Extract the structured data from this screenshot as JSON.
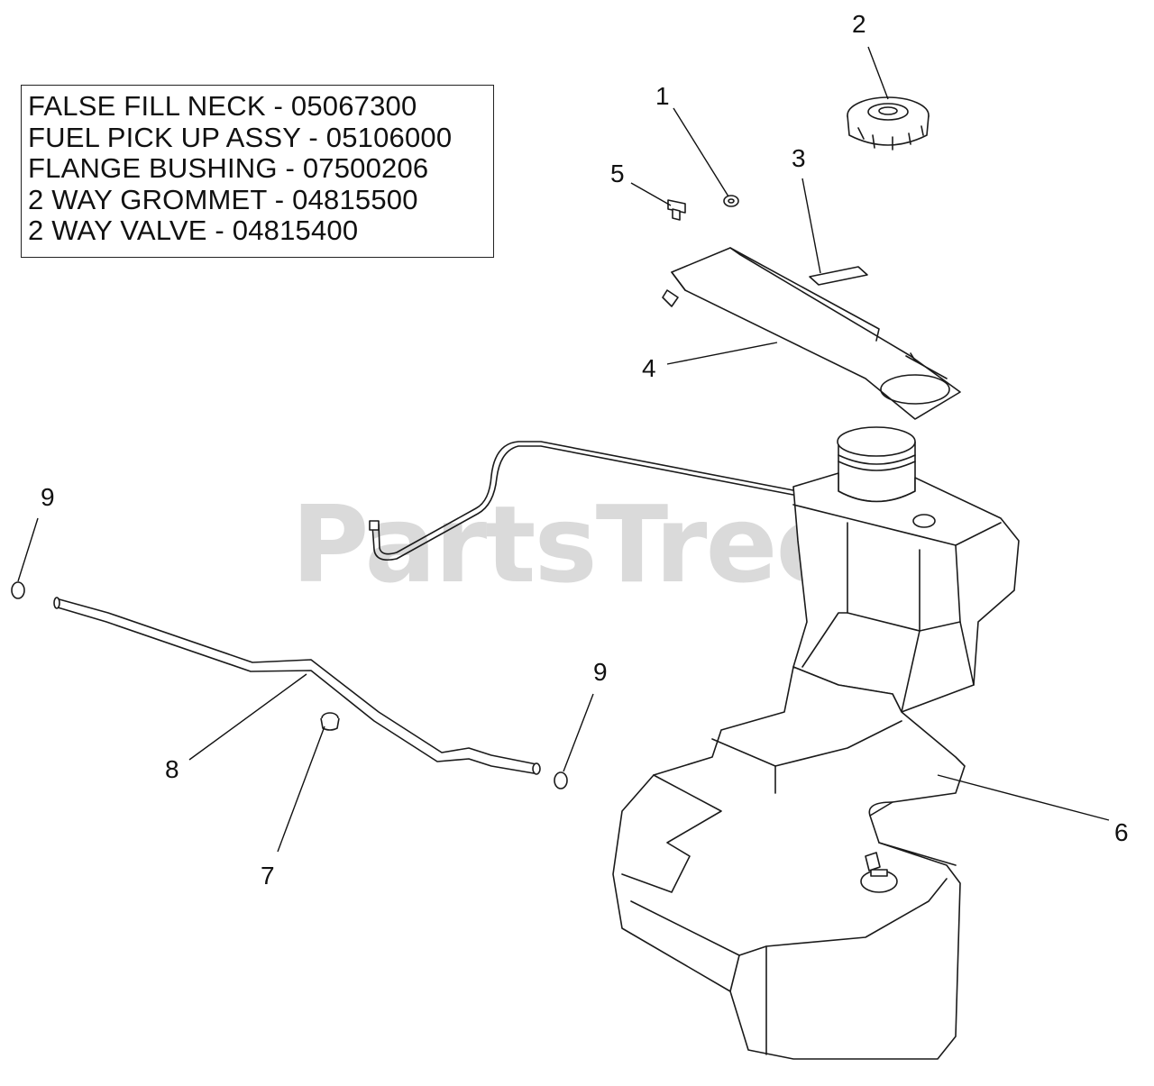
{
  "legend": {
    "lines": [
      "FALSE FILL NECK - 05067300",
      "FUEL PICK UP ASSY - 05106000",
      "FLANGE BUSHING - 07500206",
      "2 WAY GROMMET - 04815500",
      "2 WAY VALVE - 04815400"
    ]
  },
  "watermark": "PartsTree",
  "callouts": {
    "c1": "1",
    "c2": "2",
    "c3": "3",
    "c4": "4",
    "c5": "5",
    "c6": "6",
    "c7": "7",
    "c8": "8",
    "c9a": "9",
    "c9b": "9"
  }
}
